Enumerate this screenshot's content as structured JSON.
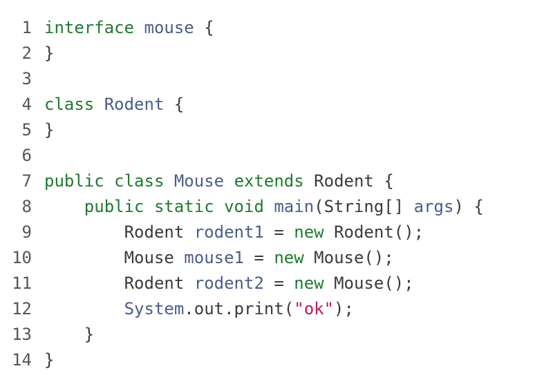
{
  "editor": {
    "lines": [
      {
        "number": "1",
        "tokens": [
          {
            "text": "interface",
            "kind": "kw"
          },
          {
            "text": " ",
            "kind": "plain"
          },
          {
            "text": "mouse",
            "kind": "name"
          },
          {
            "text": " {",
            "kind": "plain"
          }
        ]
      },
      {
        "number": "2",
        "tokens": [
          {
            "text": "}",
            "kind": "plain"
          }
        ]
      },
      {
        "number": "3",
        "tokens": []
      },
      {
        "number": "4",
        "tokens": [
          {
            "text": "class",
            "kind": "kw"
          },
          {
            "text": " ",
            "kind": "plain"
          },
          {
            "text": "Rodent",
            "kind": "name"
          },
          {
            "text": " {",
            "kind": "plain"
          }
        ]
      },
      {
        "number": "5",
        "tokens": [
          {
            "text": "}",
            "kind": "plain"
          }
        ]
      },
      {
        "number": "6",
        "tokens": []
      },
      {
        "number": "7",
        "tokens": [
          {
            "text": "public",
            "kind": "kw"
          },
          {
            "text": " ",
            "kind": "plain"
          },
          {
            "text": "class",
            "kind": "kw"
          },
          {
            "text": " ",
            "kind": "plain"
          },
          {
            "text": "Mouse",
            "kind": "name"
          },
          {
            "text": " ",
            "kind": "plain"
          },
          {
            "text": "extends",
            "kind": "kw"
          },
          {
            "text": " Rodent {",
            "kind": "plain"
          }
        ]
      },
      {
        "number": "8",
        "tokens": [
          {
            "text": "    ",
            "kind": "plain"
          },
          {
            "text": "public",
            "kind": "kw"
          },
          {
            "text": " ",
            "kind": "plain"
          },
          {
            "text": "static",
            "kind": "kw"
          },
          {
            "text": " ",
            "kind": "plain"
          },
          {
            "text": "void",
            "kind": "kw"
          },
          {
            "text": " ",
            "kind": "plain"
          },
          {
            "text": "main",
            "kind": "name"
          },
          {
            "text": "(String[] ",
            "kind": "plain"
          },
          {
            "text": "args",
            "kind": "name"
          },
          {
            "text": ") {",
            "kind": "plain"
          }
        ]
      },
      {
        "number": "9",
        "tokens": [
          {
            "text": "        Rodent ",
            "kind": "plain"
          },
          {
            "text": "rodent1",
            "kind": "name"
          },
          {
            "text": " = ",
            "kind": "plain"
          },
          {
            "text": "new",
            "kind": "kw"
          },
          {
            "text": " Rodent();",
            "kind": "plain"
          }
        ]
      },
      {
        "number": "10",
        "tokens": [
          {
            "text": "        Mouse ",
            "kind": "plain"
          },
          {
            "text": "mouse1",
            "kind": "name"
          },
          {
            "text": " = ",
            "kind": "plain"
          },
          {
            "text": "new",
            "kind": "kw"
          },
          {
            "text": " Mouse();",
            "kind": "plain"
          }
        ]
      },
      {
        "number": "11",
        "tokens": [
          {
            "text": "        Rodent ",
            "kind": "plain"
          },
          {
            "text": "rodent2",
            "kind": "name"
          },
          {
            "text": " = ",
            "kind": "plain"
          },
          {
            "text": "new",
            "kind": "kw"
          },
          {
            "text": " Mouse();",
            "kind": "plain"
          }
        ]
      },
      {
        "number": "12",
        "tokens": [
          {
            "text": "        ",
            "kind": "plain"
          },
          {
            "text": "System",
            "kind": "name"
          },
          {
            "text": ".out.print(",
            "kind": "plain"
          },
          {
            "text": "\"ok\"",
            "kind": "str"
          },
          {
            "text": ");",
            "kind": "plain"
          }
        ]
      },
      {
        "number": "13",
        "tokens": [
          {
            "text": "    }",
            "kind": "plain"
          }
        ]
      },
      {
        "number": "14",
        "tokens": [
          {
            "text": "}",
            "kind": "plain"
          }
        ]
      }
    ]
  },
  "colors": {
    "keyword": "#1f7a2e",
    "identifier": "#4a5d86",
    "plain": "#3a3a3a",
    "string": "#c0185a",
    "gutter": "#555555",
    "background": "#ffffff"
  }
}
